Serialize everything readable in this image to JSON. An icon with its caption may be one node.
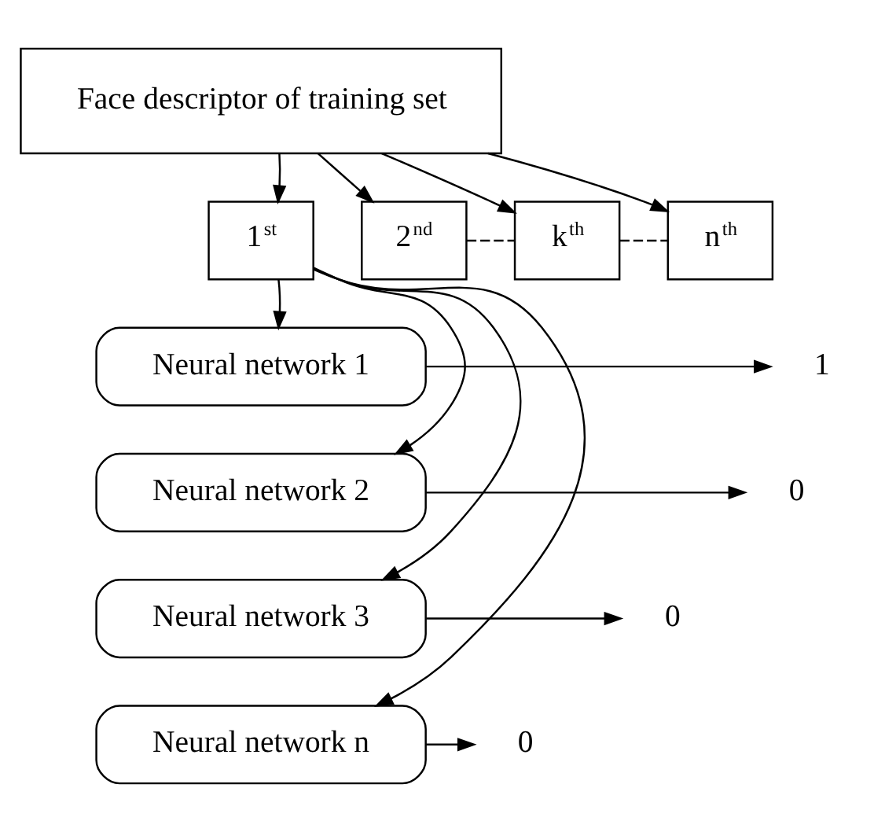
{
  "diagram": {
    "nodes": [
      {
        "text": [
          "Face descriptor of training set"
        ]
      },
      {
        "text": [
          "1$^{st}$"
        ]
      },
      {
        "text": [
          "2$^{nd}$"
        ]
      },
      {
        "text": [
          "k$^{th}$"
        ]
      },
      {
        "text": [
          "n$^{th}$"
        ]
      },
      {
        "text": [
          "Neural network 1"
        ]
      },
      {
        "text": [
          "Neural network 2"
        ]
      },
      {
        "text": [
          "Neural network 3"
        ]
      },
      {
        "text": [
          "Neural network n"
        ]
      },
      {
        "text": [
          "1"
        ]
      },
      {
        "text": [
          "0"
        ]
      },
      {
        "text": [
          "0"
        ]
      },
      {
        "text": [
          "0"
        ]
      }
    ],
    "edges": [
      {
        "from": 0,
        "to": 1,
        "arrow": "to"
      },
      {
        "from": 0,
        "to": 2,
        "arrow": "to"
      },
      {
        "from": 0,
        "to": 3,
        "arrow": "to"
      },
      {
        "from": 0,
        "to": 4,
        "arrow": "to"
      },
      {
        "from": 2,
        "to": 3,
        "arrow": "none",
        "style": "dashed"
      },
      {
        "from": 3,
        "to": 4,
        "arrow": "none",
        "style": "dashed"
      },
      {
        "from": 1,
        "to": 5,
        "arrow": "to"
      },
      {
        "from": 1,
        "to": 6,
        "arrow": "to"
      },
      {
        "from": 1,
        "to": 7,
        "arrow": "to"
      },
      {
        "from": 1,
        "to": 8,
        "arrow": "to"
      },
      {
        "from": 5,
        "to": 9,
        "arrow": "to"
      },
      {
        "from": 6,
        "to": 10,
        "arrow": "to"
      },
      {
        "from": 7,
        "to": 11,
        "arrow": "to"
      },
      {
        "from": 8,
        "to": 12,
        "arrow": "to"
      }
    ]
  }
}
